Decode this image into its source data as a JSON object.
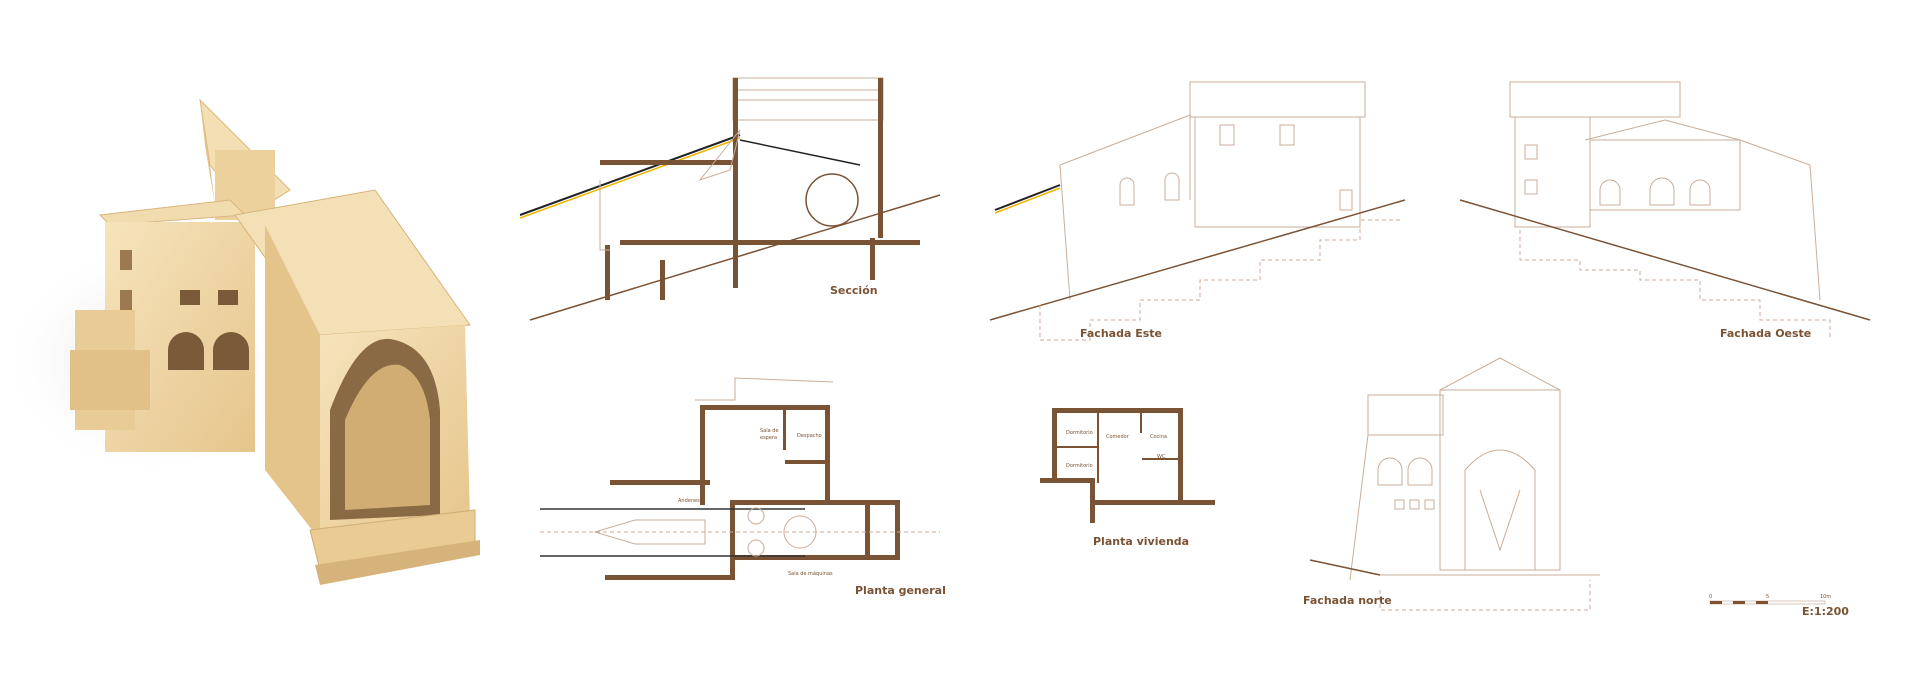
{
  "sheet": {
    "drawings": {
      "section": {
        "label": "Sección"
      },
      "east_facade": {
        "label": "Fachada Este"
      },
      "west_facade": {
        "label": "Fachada Oeste"
      },
      "general_plan": {
        "label": "Planta general",
        "rooms": [
          "Sala de",
          "espera",
          "Despacho",
          "Andenes",
          "Sala de máquinas"
        ]
      },
      "housing_plan": {
        "label": "Planta vivienda",
        "rooms": [
          "Dormitorio",
          "Comedor",
          "Cocina",
          "Dormitorio",
          "WC"
        ]
      },
      "north_facade": {
        "label": "Fachada norte"
      }
    },
    "scale_bar": {
      "ticks": [
        "0",
        "5",
        "10m"
      ],
      "scale": "E:1:200"
    },
    "colors": {
      "wall": "#7a5234",
      "line": "#c9ad99",
      "wood": "#efd8a6"
    }
  }
}
